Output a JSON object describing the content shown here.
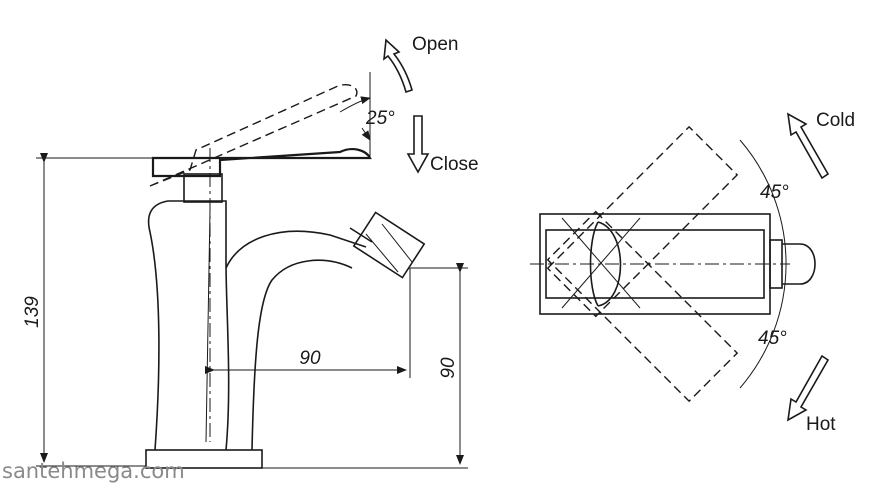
{
  "labels": {
    "open": "Open",
    "close": "Close",
    "cold": "Cold",
    "hot": "Hot"
  },
  "dimensions": {
    "height": "139",
    "spout_reach": "90",
    "spout_height": "90",
    "lever_angle": "25°",
    "rotation_cold": "45°",
    "rotation_hot": "45°"
  },
  "watermark": "santehmega.com"
}
